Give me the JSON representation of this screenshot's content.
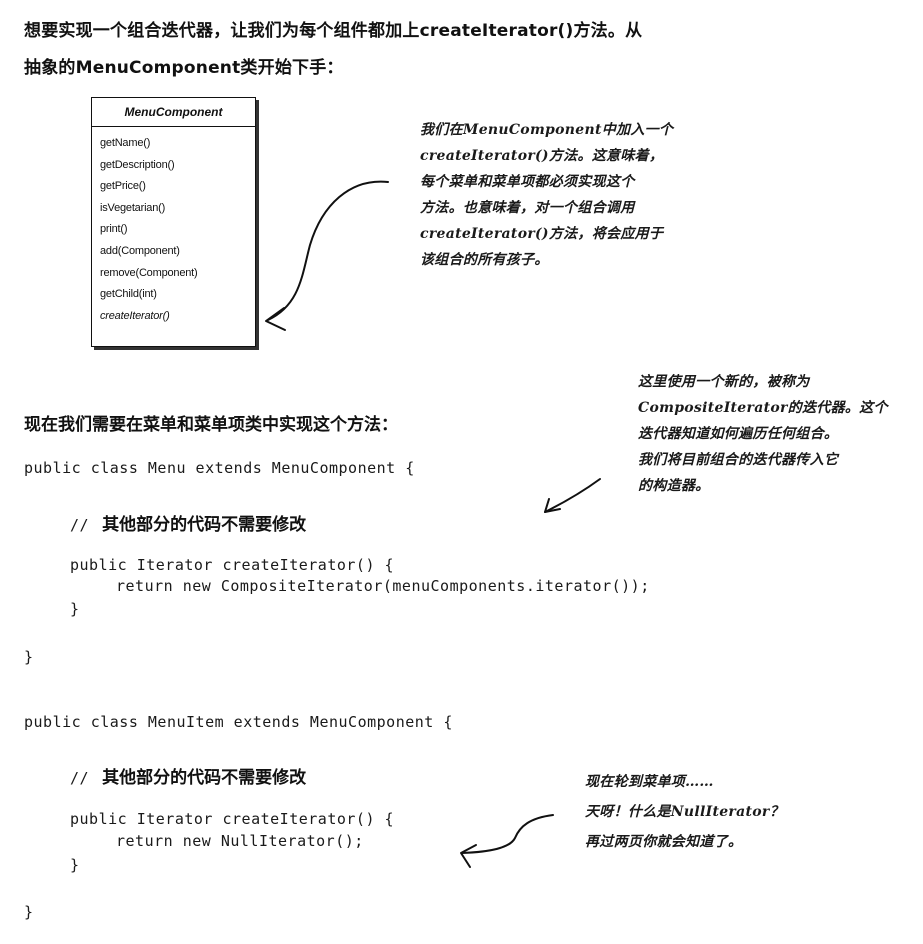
{
  "intro": {
    "line1": "想要实现一个组合迭代器，让我们为每个组件都加上createIterator()方法。从",
    "line2": "抽象的MenuComponent类开始下手："
  },
  "uml": {
    "class_name": "MenuComponent",
    "methods": [
      "getName()",
      "getDescription()",
      "getPrice()",
      "isVegetarian()",
      "print()",
      "add(Component)",
      "remove(Component)",
      "getChild(int)",
      "createIterator()"
    ]
  },
  "note1": {
    "lines": [
      "我们在MenuComponent中加入一个",
      "createIterator()方法。这意味着，",
      "每个菜单和菜单项都必须实现这个",
      "方法。也意味着，对一个组合调用",
      "createIterator()方法，将会应用于",
      "该组合的所有孩子。"
    ]
  },
  "note2": {
    "lines": [
      "这里使用一个新的，被称为",
      "CompositeIterator的迭代器。这个",
      "迭代器知道如何遍历任何组合。",
      "我们将目前组合的迭代器传入它",
      "的构造器。"
    ]
  },
  "section_heading": "现在我们需要在菜单和菜单项类中实现这个方法：",
  "menu_code": {
    "class_decl": "public class Menu extends MenuComponent {",
    "comment_slashes": "//",
    "comment_text": "其他部分的代码不需要修改",
    "method_decl": "public Iterator createIterator() {",
    "return_stmt": "return new CompositeIterator(menuComponents.iterator());",
    "method_close": "}",
    "class_close": "}"
  },
  "menuitem_code": {
    "class_decl": "public class MenuItem extends MenuComponent {",
    "comment_slashes": "//",
    "comment_text": "其他部分的代码不需要修改",
    "method_decl": "public Iterator createIterator() {",
    "return_stmt": "return new NullIterator();",
    "method_close": "}",
    "class_close": "}"
  },
  "note3": {
    "lines": [
      "现在轮到菜单项……",
      "天呀！什么是NullIterator？",
      "再过两页你就会知道了。"
    ]
  }
}
